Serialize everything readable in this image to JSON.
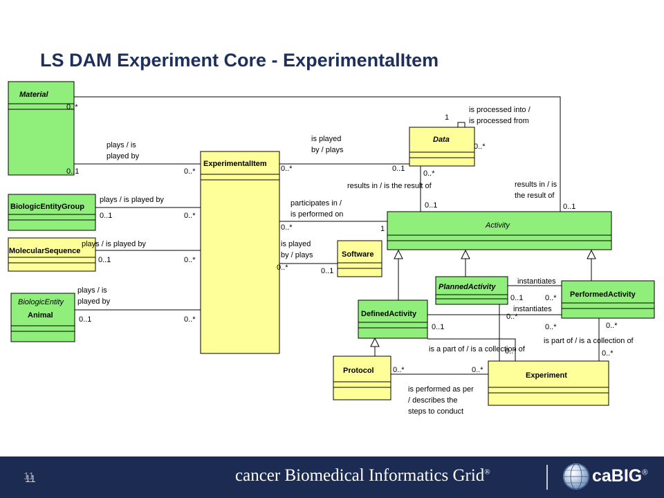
{
  "slide": {
    "title": "LS DAM Experiment Core - ExperimentalItem",
    "number": "11",
    "footer_text": "cancer Biomedical Informatics Grid",
    "footer_reg": "®",
    "logo_text": "caBIG",
    "logo_reg": "®"
  },
  "colors": {
    "yellow": "#ffff99",
    "green": "#90ee7a",
    "footer_bg": "#1c2b52",
    "title": "#1f2f5c"
  },
  "classes": {
    "material": "Material",
    "experimental_item": "ExperimentalItem",
    "biologic_entity_group": "BiologicEntityGroup",
    "molecular_sequence": "MolecularSequence",
    "biologic_entity": "BiologicEntity",
    "animal": "Animal",
    "data": "Data",
    "activity": "Activity",
    "software": "Software",
    "planned_activity": "PlannedActivity",
    "performed_activity": "PerformedActivity",
    "defined_activity": "DefinedActivity",
    "protocol": "Protocol",
    "experiment": "Experiment"
  },
  "labels": {
    "material_top_mult": "0..*",
    "material_plays_1": "plays / is",
    "material_plays_2": "played by",
    "material_mult": "0..1",
    "ei_material_mult": "0..*",
    "ei_data_mult": "0..*",
    "data_played_1": "is played",
    "data_played_2": "by / plays",
    "data_ei_mult": "0..1",
    "data_self_1": "1",
    "data_self_label_1": "is processed into /",
    "data_self_label_2": "is processed from",
    "data_self_mult": "0..*",
    "data_bottom_mult": "0..*",
    "results_in_left": "results in / is the result of",
    "activity_data_mult": "0..1",
    "results_in_right_1": "results in / is",
    "results_in_right_2": "the result of",
    "activity_material_mult": "0..1",
    "beg_label": "plays / is played by",
    "beg_mult": "0..1",
    "ei_beg_mult": "0..*",
    "participates_1": "participates in /",
    "participates_2": "is performed on",
    "ei_activity_mult": "0..*",
    "activity_ei_mult": "1",
    "ms_label": "plays / is played by",
    "ms_mult": "0..1",
    "ei_ms_mult": "0..*",
    "sw_played_1": "is played",
    "sw_played_2": "by / plays",
    "ei_sw_mult": "0..*",
    "sw_mult": "0..1",
    "be_plays_1": "plays / is",
    "be_plays_2": "played by",
    "be_mult": "0..1",
    "ei_be_mult": "0..*",
    "instantiates_1": "instantiates",
    "instantiates_2": "instantiates",
    "pa_mult_1": "0..1",
    "pfa_mult_1": "0..*",
    "pfa_mult_2": "0..*",
    "da_mult": "0..1",
    "pfa_mult_3": "0..*",
    "part_of_left": "is a part of / is a collection of",
    "part_of_right": "is part of / is a collection of",
    "exp_mult_left": "0..*",
    "exp_mult_right": "0..*",
    "protocol_mult": "0..*",
    "exp_protocol_mult": "0..*",
    "performed_1": "is performed as per",
    "performed_2": "/ describes the",
    "performed_3": "steps to conduct"
  }
}
